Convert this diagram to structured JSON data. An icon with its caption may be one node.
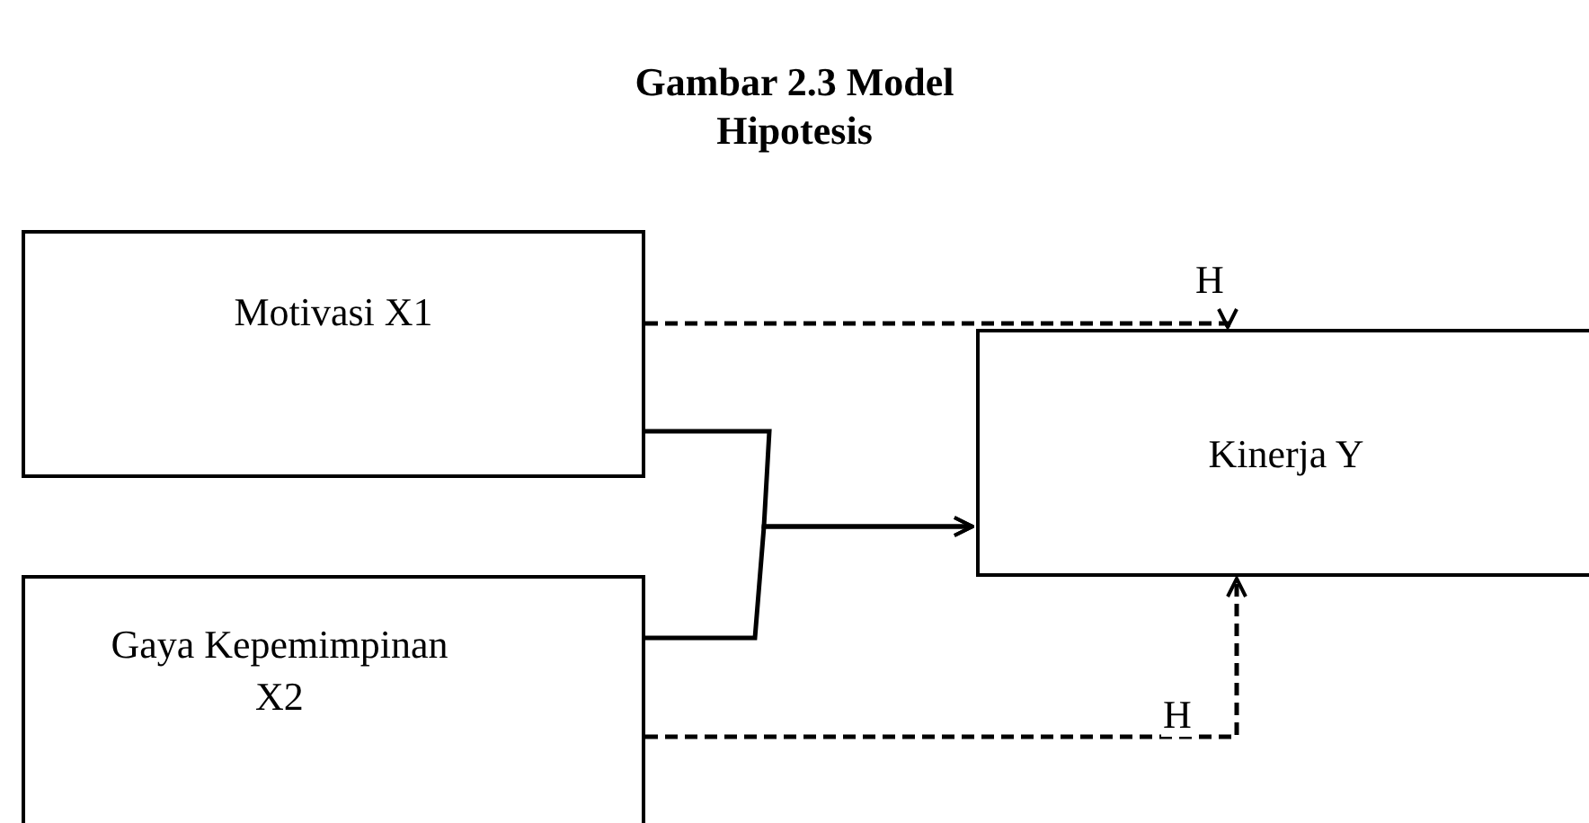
{
  "diagram": {
    "title": "Gambar 2.3 Model Hipotesis",
    "nodes": [
      {
        "text": [
          "Motivasi X1"
        ]
      },
      {
        "text": [
          "Gaya Kepemimpinan X2"
        ]
      },
      {
        "text": [
          "Kinerja Y"
        ]
      }
    ],
    "edges": [
      {
        "from": 0,
        "to": 2,
        "arrow": "to",
        "label": "H",
        "style": "dashed"
      },
      {
        "from": 1,
        "to": 2,
        "arrow": "to",
        "label": "H",
        "style": "dashed"
      },
      {
        "from": 0,
        "to": 2,
        "arrow": "to"
      },
      {
        "from": 1,
        "to": 2,
        "arrow": "to"
      }
    ]
  }
}
